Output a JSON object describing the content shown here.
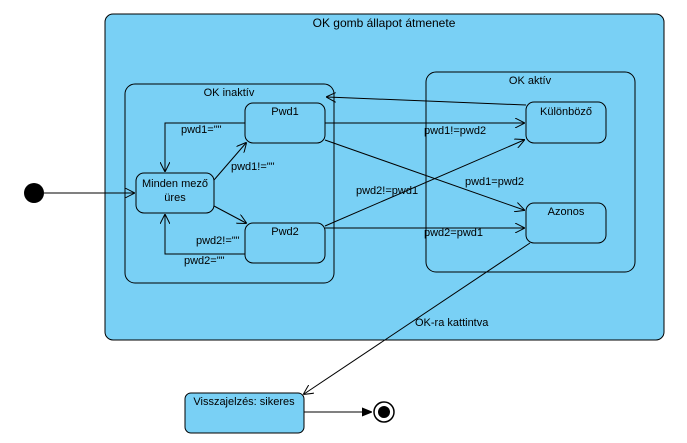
{
  "diagram": {
    "composite_title": "OK gomb állapot átmenete",
    "regions": {
      "inactive": "OK inaktív",
      "active": "OK aktív"
    },
    "states": {
      "empty": [
        "Minden mező",
        "üres"
      ],
      "pwd1": "Pwd1",
      "pwd2": "Pwd2",
      "different": "Különböző",
      "same": "Azonos",
      "feedback": "Visszajelzés: sikeres"
    },
    "transitions": {
      "pwd1_empty": "pwd1=\"\"",
      "pwd1_not_empty": "pwd1!=\"\"",
      "pwd2_not_empty": "pwd2!=\"\"",
      "pwd2_empty": "pwd2=\"\"",
      "pwd1_ne_pwd2": "pwd1!=pwd2",
      "pwd2_ne_pwd1": "pwd2!=pwd1",
      "pwd1_eq_pwd2": "pwd1=pwd2",
      "pwd2_eq_pwd1": "pwd2=pwd1",
      "ok_clicked": "OK-ra kattintva"
    }
  },
  "colors": {
    "state_fill": "#79d0f5",
    "stroke": "#000000"
  }
}
